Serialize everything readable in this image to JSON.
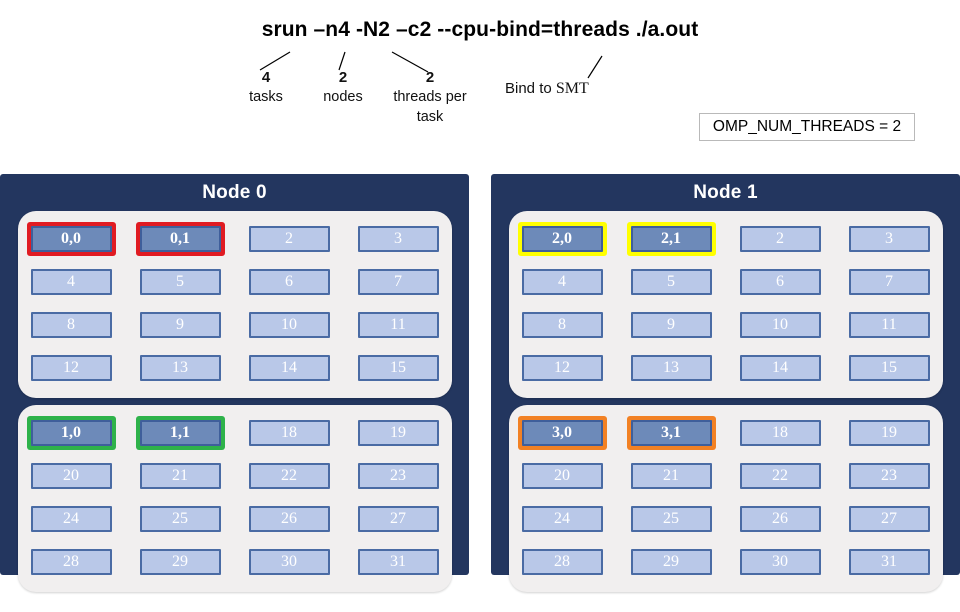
{
  "command": {
    "text": "srun –n4 -N2 –c2 --cpu-bind=threads ./a.out"
  },
  "annotations": {
    "tasks": {
      "number": "4",
      "caption": "tasks"
    },
    "nodes": {
      "number": "2",
      "caption": "nodes"
    },
    "threads": {
      "number": "2",
      "caption": "threads per task"
    },
    "bind": {
      "prefix": "Bind to",
      "target": "SMT"
    }
  },
  "omp": {
    "label": "OMP_NUM_THREADS = 2"
  },
  "colors": {
    "panel_background": "#23365f",
    "socket_background": "#f1efef",
    "cell_fill": "#b9c8e8",
    "cell_border": "#4a6ba4",
    "cell_fill_highlight": "#6d8ab9",
    "task0": "#e01b22",
    "task1": "#2eb24a",
    "task2": "#ffff00",
    "task3": "#f28124"
  },
  "nodes": [
    {
      "title": "Node 0",
      "sockets": [
        {
          "cells": [
            {
              "label": "0,0",
              "highlight": "red"
            },
            {
              "label": "0,1",
              "highlight": "red"
            },
            {
              "label": "2",
              "highlight": null
            },
            {
              "label": "3",
              "highlight": null
            },
            {
              "label": "4",
              "highlight": null
            },
            {
              "label": "5",
              "highlight": null
            },
            {
              "label": "6",
              "highlight": null
            },
            {
              "label": "7",
              "highlight": null
            },
            {
              "label": "8",
              "highlight": null
            },
            {
              "label": "9",
              "highlight": null
            },
            {
              "label": "10",
              "highlight": null
            },
            {
              "label": "11",
              "highlight": null
            },
            {
              "label": "12",
              "highlight": null
            },
            {
              "label": "13",
              "highlight": null
            },
            {
              "label": "14",
              "highlight": null
            },
            {
              "label": "15",
              "highlight": null
            }
          ]
        },
        {
          "cells": [
            {
              "label": "1,0",
              "highlight": "green"
            },
            {
              "label": "1,1",
              "highlight": "green"
            },
            {
              "label": "18",
              "highlight": null
            },
            {
              "label": "19",
              "highlight": null
            },
            {
              "label": "20",
              "highlight": null
            },
            {
              "label": "21",
              "highlight": null
            },
            {
              "label": "22",
              "highlight": null
            },
            {
              "label": "23",
              "highlight": null
            },
            {
              "label": "24",
              "highlight": null
            },
            {
              "label": "25",
              "highlight": null
            },
            {
              "label": "26",
              "highlight": null
            },
            {
              "label": "27",
              "highlight": null
            },
            {
              "label": "28",
              "highlight": null
            },
            {
              "label": "29",
              "highlight": null
            },
            {
              "label": "30",
              "highlight": null
            },
            {
              "label": "31",
              "highlight": null
            }
          ]
        }
      ]
    },
    {
      "title": "Node 1",
      "sockets": [
        {
          "cells": [
            {
              "label": "2,0",
              "highlight": "yellow"
            },
            {
              "label": "2,1",
              "highlight": "yellow"
            },
            {
              "label": "2",
              "highlight": null
            },
            {
              "label": "3",
              "highlight": null
            },
            {
              "label": "4",
              "highlight": null
            },
            {
              "label": "5",
              "highlight": null
            },
            {
              "label": "6",
              "highlight": null
            },
            {
              "label": "7",
              "highlight": null
            },
            {
              "label": "8",
              "highlight": null
            },
            {
              "label": "9",
              "highlight": null
            },
            {
              "label": "10",
              "highlight": null
            },
            {
              "label": "11",
              "highlight": null
            },
            {
              "label": "12",
              "highlight": null
            },
            {
              "label": "13",
              "highlight": null
            },
            {
              "label": "14",
              "highlight": null
            },
            {
              "label": "15",
              "highlight": null
            }
          ]
        },
        {
          "cells": [
            {
              "label": "3,0",
              "highlight": "orange"
            },
            {
              "label": "3,1",
              "highlight": "orange"
            },
            {
              "label": "18",
              "highlight": null
            },
            {
              "label": "19",
              "highlight": null
            },
            {
              "label": "20",
              "highlight": null
            },
            {
              "label": "21",
              "highlight": null
            },
            {
              "label": "22",
              "highlight": null
            },
            {
              "label": "23",
              "highlight": null
            },
            {
              "label": "24",
              "highlight": null
            },
            {
              "label": "25",
              "highlight": null
            },
            {
              "label": "26",
              "highlight": null
            },
            {
              "label": "27",
              "highlight": null
            },
            {
              "label": "28",
              "highlight": null
            },
            {
              "label": "29",
              "highlight": null
            },
            {
              "label": "30",
              "highlight": null
            },
            {
              "label": "31",
              "highlight": null
            }
          ]
        }
      ]
    }
  ]
}
